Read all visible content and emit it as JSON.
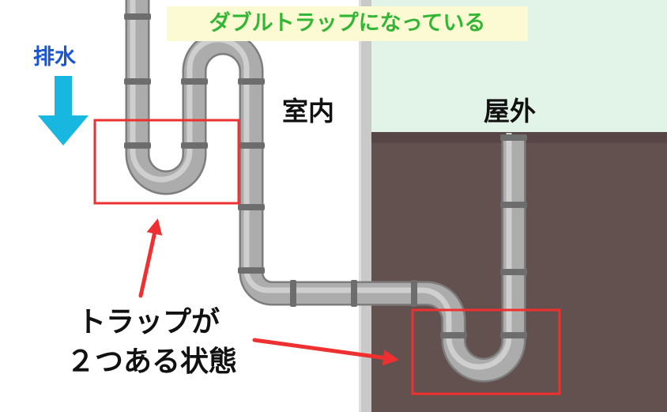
{
  "banner": {
    "text": "ダブルトラップになっている"
  },
  "flow": {
    "label": "排水"
  },
  "rooms": {
    "indoor": "室内",
    "outdoor": "屋外"
  },
  "caption": {
    "line1": "トラップが",
    "line2": "２つある状態"
  },
  "colors": {
    "banner_bg": "#fbfad2",
    "banner_text": "#33b535",
    "flow_label": "#1a55d6",
    "flow_arrow": "#18b7df",
    "outdoor_sky": "#e2f3e8",
    "outdoor_ground": "#635150",
    "wall": "#c9c9c9",
    "pipe": "#a9a9a9",
    "pipe_band": "#6d6d6d",
    "highlight": "#ef3030",
    "text": "#111111"
  },
  "icons": {
    "flow": "down-arrow-icon",
    "pointer": "red-pointer-arrow-icon"
  }
}
